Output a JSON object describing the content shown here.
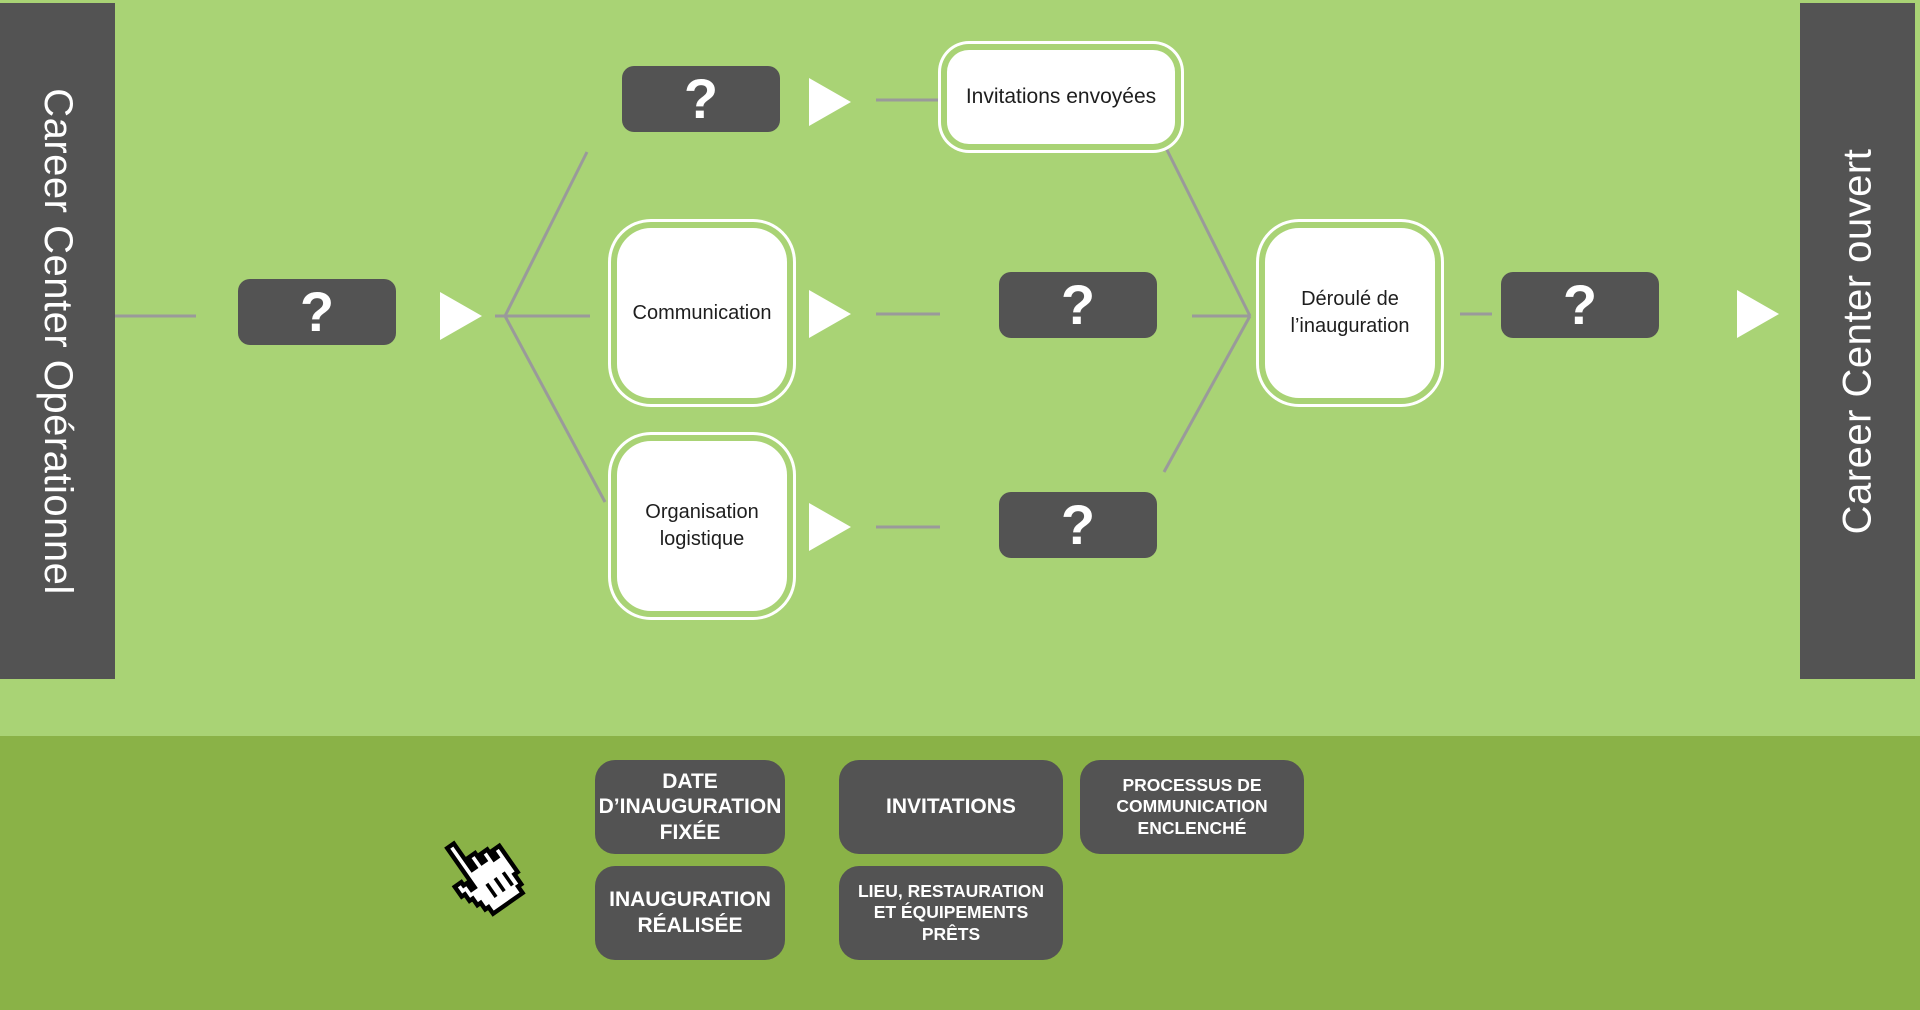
{
  "sidebars": {
    "left_label": "Career Center Opérationnel",
    "right_label": "Career Center ouvert"
  },
  "placeholder": "?",
  "nodes": {
    "invitations_sent": "Invitations envoyées",
    "communication": "Communication",
    "logistics_line1": "Organisation",
    "logistics_line2": "logistique",
    "inauguration_line1": "Déroulé de",
    "inauguration_line2": "l’inauguration"
  },
  "chips": {
    "date_line1": "DATE",
    "date_line2": "D’INAUGURATION",
    "date_line3": "FIXÉE",
    "invitations": "INVITATIONS",
    "process_line1": "PROCESSUS DE",
    "process_line2": "COMMUNICATION",
    "process_line3": "ENCLENCHÉ",
    "done_line1": "INAUGURATION",
    "done_line2": "RÉALISÉE",
    "venue_line1": "LIEU, RESTAURATION",
    "venue_line2": "ET ÉQUIPEMENTS",
    "venue_line3": "PRÊTS"
  },
  "colors": {
    "stage_green": "#a9d375",
    "tray_green": "#8ab247",
    "dark_gray": "#535353",
    "white": "#ffffff"
  }
}
